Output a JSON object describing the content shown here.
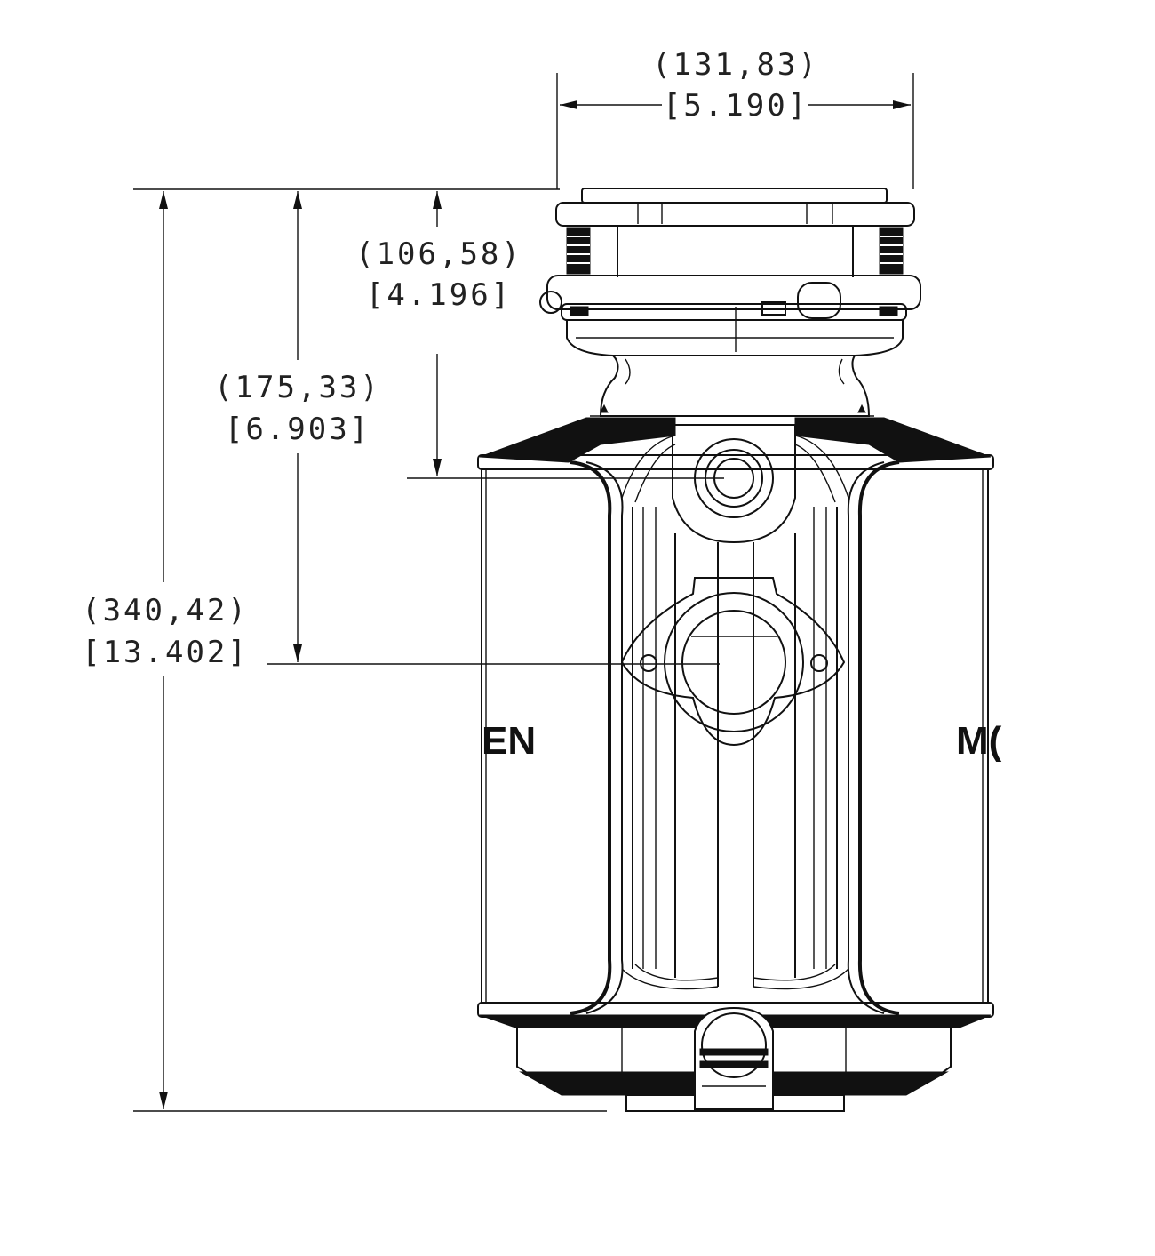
{
  "dimensions": {
    "width_mm": "(131,83)",
    "width_in": "[5.190]",
    "inlet_depth_mm": "(106,58)",
    "inlet_depth_in": "[4.196]",
    "outlet_depth_mm": "(175,33)",
    "outlet_depth_in": "[6.903]",
    "overall_height_mm": "(340,42)",
    "overall_height_in": "[13.402]"
  },
  "body_lettering": {
    "left": "EN",
    "right": "M("
  },
  "colors": {
    "line": "#111111",
    "background": "#ffffff",
    "text": "#222222"
  }
}
